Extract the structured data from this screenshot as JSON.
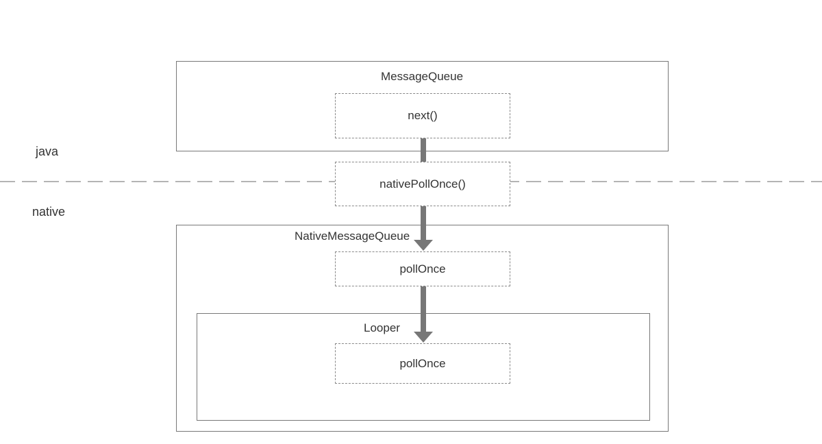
{
  "layers": {
    "java": "java",
    "native": "native"
  },
  "message_queue": {
    "title": "MessageQueue",
    "method": "next()"
  },
  "jni": {
    "method": "nativePollOnce()"
  },
  "native_message_queue": {
    "title": "NativeMessageQueue",
    "method": "pollOnce"
  },
  "looper": {
    "title": "Looper",
    "method": "pollOnce"
  },
  "colors": {
    "border": "#777777",
    "dashed_border": "#888888",
    "arrow": "#777777",
    "text": "#333333"
  }
}
